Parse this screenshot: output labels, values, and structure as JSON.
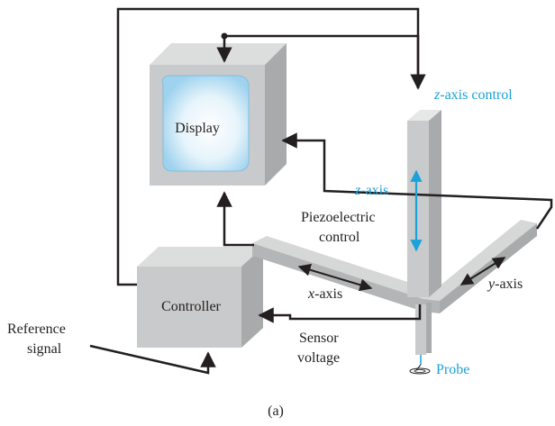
{
  "labels": {
    "display": "Display",
    "z_axis_control_var": "z",
    "z_axis_control_rest": "-axis control",
    "z_axis_var": "z",
    "z_axis_rest": "-axis",
    "piezo_line1": "Piezoelectric",
    "piezo_line2": "control",
    "x_axis_var": "x",
    "x_axis_rest": "-axis",
    "y_axis_var": "y",
    "y_axis_rest": "-axis",
    "controller": "Controller",
    "reference_line1": "Reference",
    "reference_line2": "signal",
    "sensor_line1": "Sensor",
    "sensor_line2": "voltage",
    "probe": "Probe",
    "caption": "(a)"
  },
  "colors": {
    "wire": "#231f20",
    "accent_blue": "#1ba1d9",
    "box_front": "#c9cacb",
    "box_side": "#a9aaab",
    "box_top": "#dcdddd",
    "screen": "#cfe9f7"
  }
}
